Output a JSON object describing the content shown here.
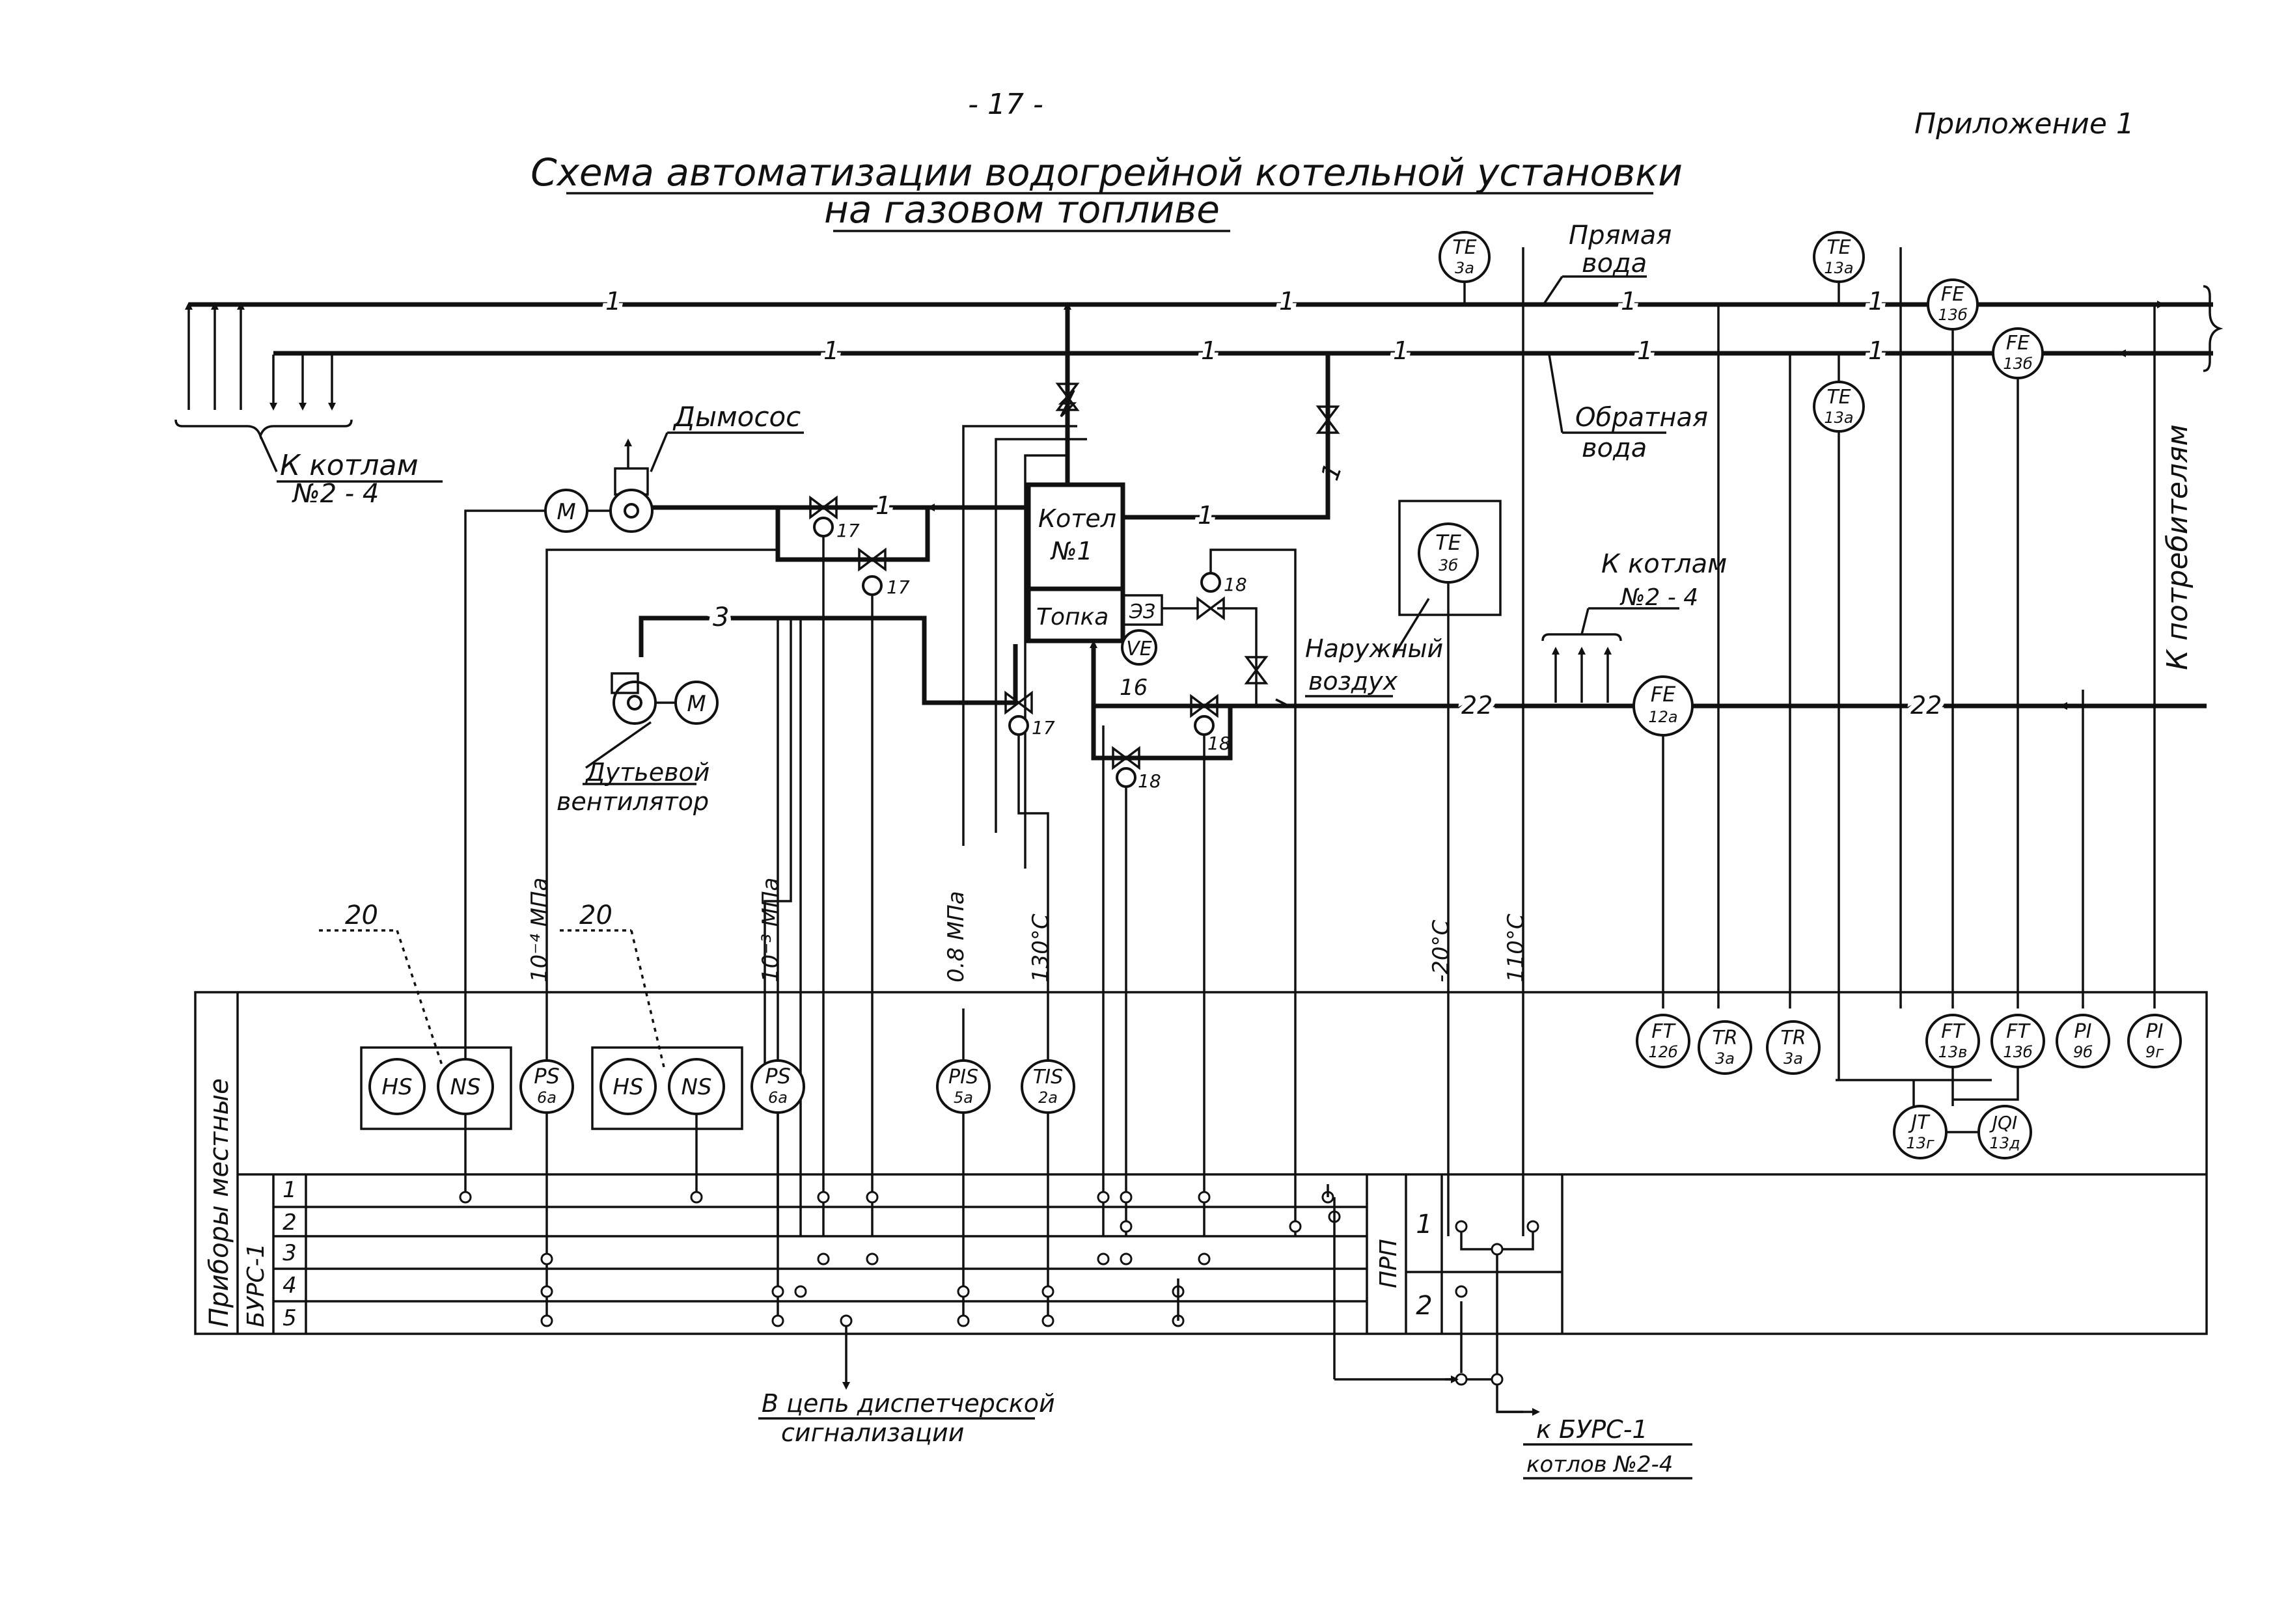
{
  "page_number": "- 17 -",
  "appendix": "Приложение 1",
  "title_line1": "Схема автоматизации водогрейной котельной установки",
  "title_line2": "на газовом топливе",
  "labels": {
    "k_kotlam_left": "К котлам",
    "k_kotlam_left_num": "№2 - 4",
    "dymosos": "Дымосос",
    "dutevoy1": "Дутьевой",
    "dutevoy2": "вентилятор",
    "kotel1": "Котел",
    "kotel2": "№1",
    "topka": "Топка",
    "ez": "ЭЗ",
    "ve": "VE",
    "pryamaya1": "Прямая",
    "pryamaya2": "вода",
    "obratnaya1": "Обратная",
    "obratnaya2": "вода",
    "naruzhny1": "Наружный",
    "naruzhny2": "воздух",
    "k_kotlam_right": "К котлам",
    "k_kotlam_right_num": "№2 - 4",
    "k_potrebitelyam": "К потребителям",
    "m": "М",
    "dispatch1": "В цепь диспетчерской",
    "dispatch2": "сигнализации",
    "burs_kotlov1": "к БУРС-1",
    "burs_kotlov2": "котлов №2-4",
    "pribory_mestnye": "Приборы местные",
    "burs1": "БУРС-1",
    "prp": "ПРП"
  },
  "line_numbers": {
    "one": "1",
    "three": "3",
    "sixteen": "16",
    "twentytwo": "22",
    "twenty": "20",
    "v17": "17",
    "v18": "18"
  },
  "setpoints": {
    "p1": "10⁻⁴ МПа",
    "p2": "10⁻³ МПа",
    "p3": "0.8 МПа",
    "t1": "130°С",
    "t2": "-20°С",
    "t3": "110°С"
  },
  "instruments_top": [
    {
      "tag": "TE",
      "sub": "3а"
    },
    {
      "tag": "TE",
      "sub": "13а"
    },
    {
      "tag": "FE",
      "sub": "13б"
    },
    {
      "tag": "FE",
      "sub": "13б"
    },
    {
      "tag": "TE",
      "sub": "13а"
    },
    {
      "tag": "TE",
      "sub": "3б"
    },
    {
      "tag": "FE",
      "sub": "12а"
    }
  ],
  "instruments_local": [
    {
      "tag": "HS",
      "sub": ""
    },
    {
      "tag": "NS",
      "sub": ""
    },
    {
      "tag": "PS",
      "sub": "6а"
    },
    {
      "tag": "HS",
      "sub": ""
    },
    {
      "tag": "NS",
      "sub": ""
    },
    {
      "tag": "PS",
      "sub": "6а"
    },
    {
      "tag": "PIS",
      "sub": "5а"
    },
    {
      "tag": "TIS",
      "sub": "2а"
    },
    {
      "tag": "FT",
      "sub": "12б"
    },
    {
      "tag": "TR",
      "sub": "3а"
    },
    {
      "tag": "TR",
      "sub": "3а"
    },
    {
      "tag": "FT",
      "sub": "13в"
    },
    {
      "tag": "FT",
      "sub": "13б"
    },
    {
      "tag": "PI",
      "sub": "9б"
    },
    {
      "tag": "PI",
      "sub": "9г"
    },
    {
      "tag": "JT",
      "sub": "13г"
    },
    {
      "tag": "JQI",
      "sub": "13д"
    }
  ],
  "burs_rows": [
    "1",
    "2",
    "3",
    "4",
    "5"
  ],
  "prp_rows": [
    "1",
    "2"
  ]
}
